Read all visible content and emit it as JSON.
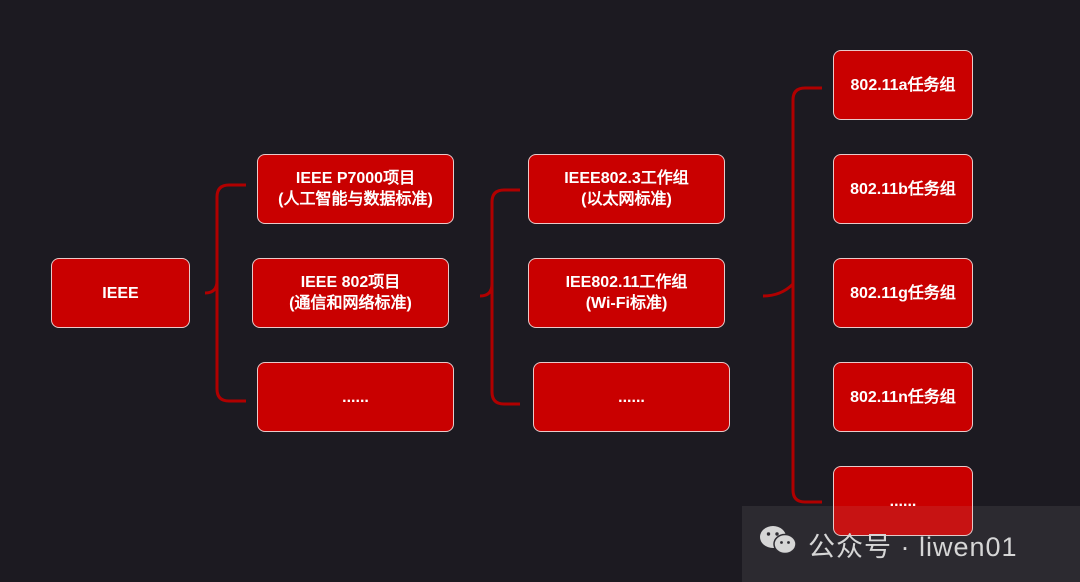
{
  "diagram": {
    "root": {
      "label": "IEEE"
    },
    "level1": [
      {
        "line1": "IEEE P7000项目",
        "line2": "(人工智能与数据标准)"
      },
      {
        "line1": "IEEE 802项目",
        "line2": "(通信和网络标准)"
      },
      {
        "line1": "......",
        "line2": ""
      }
    ],
    "level2": [
      {
        "line1": "IEEE802.3工作组",
        "line2": "(以太网标准)"
      },
      {
        "line1": "IEE802.11工作组",
        "line2": "(Wi-Fi标准)"
      },
      {
        "line1": "......",
        "line2": ""
      }
    ],
    "level3": [
      {
        "label": "802.11a任务组"
      },
      {
        "label": "802.11b任务组"
      },
      {
        "label": "802.11g任务组"
      },
      {
        "label": "802.11n任务组"
      },
      {
        "label": "......"
      }
    ]
  },
  "watermark": {
    "text": "公众号 · liwen01",
    "icon": "wechat-icon"
  },
  "colors": {
    "background": "#1c1a21",
    "node_fill": "#c90000",
    "node_border": "#e8c9c9",
    "connector": "#b00000",
    "text": "#ffffff"
  }
}
